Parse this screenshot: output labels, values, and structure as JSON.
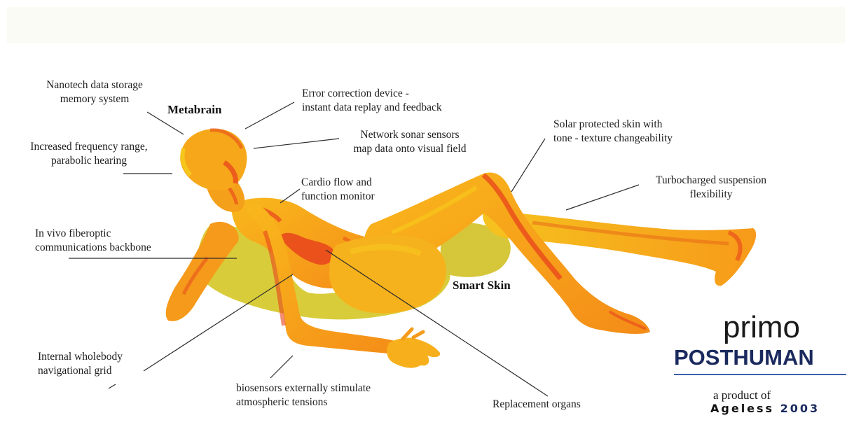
{
  "labels": {
    "nanotech": [
      "Nanotech data storage",
      "memory system"
    ],
    "metabrain": "Metabrain",
    "error_correction": [
      "Error correction device -",
      "instant data replay and feedback"
    ],
    "network_sonar": [
      "Network sonar sensors",
      "map data onto visual field"
    ],
    "frequency": [
      "Increased frequency range,",
      "parabolic hearing"
    ],
    "cardio": [
      "Cardio flow and",
      "function monitor"
    ],
    "fiberoptic": [
      "In vivo fiberoptic",
      "communications backbone"
    ],
    "solar_skin": [
      "Solar protected skin with",
      "tone - texture changeability"
    ],
    "suspension": [
      "Turbocharged suspension",
      "flexibility"
    ],
    "smart_skin": "Smart Skin",
    "navigation_grid": [
      "Internal wholebody",
      "navigational grid"
    ],
    "biosensors": [
      "biosensors externally stimulate",
      "atmospheric tensions"
    ],
    "replacement_organs": "Replacement organs"
  },
  "logo": {
    "primo": "primo",
    "posthuman": "POSTHUMAN",
    "product": "a product of",
    "ageless": "Ageless",
    "year": "2003"
  },
  "colors": {
    "body_orange": "#f7a21a",
    "body_red": "#e8431c",
    "body_yellow": "#f4d21c",
    "shadow_olive": "#d9cc3a",
    "logo_navy": "#1a2a5e",
    "rule_blue": "#3d5ea8"
  }
}
